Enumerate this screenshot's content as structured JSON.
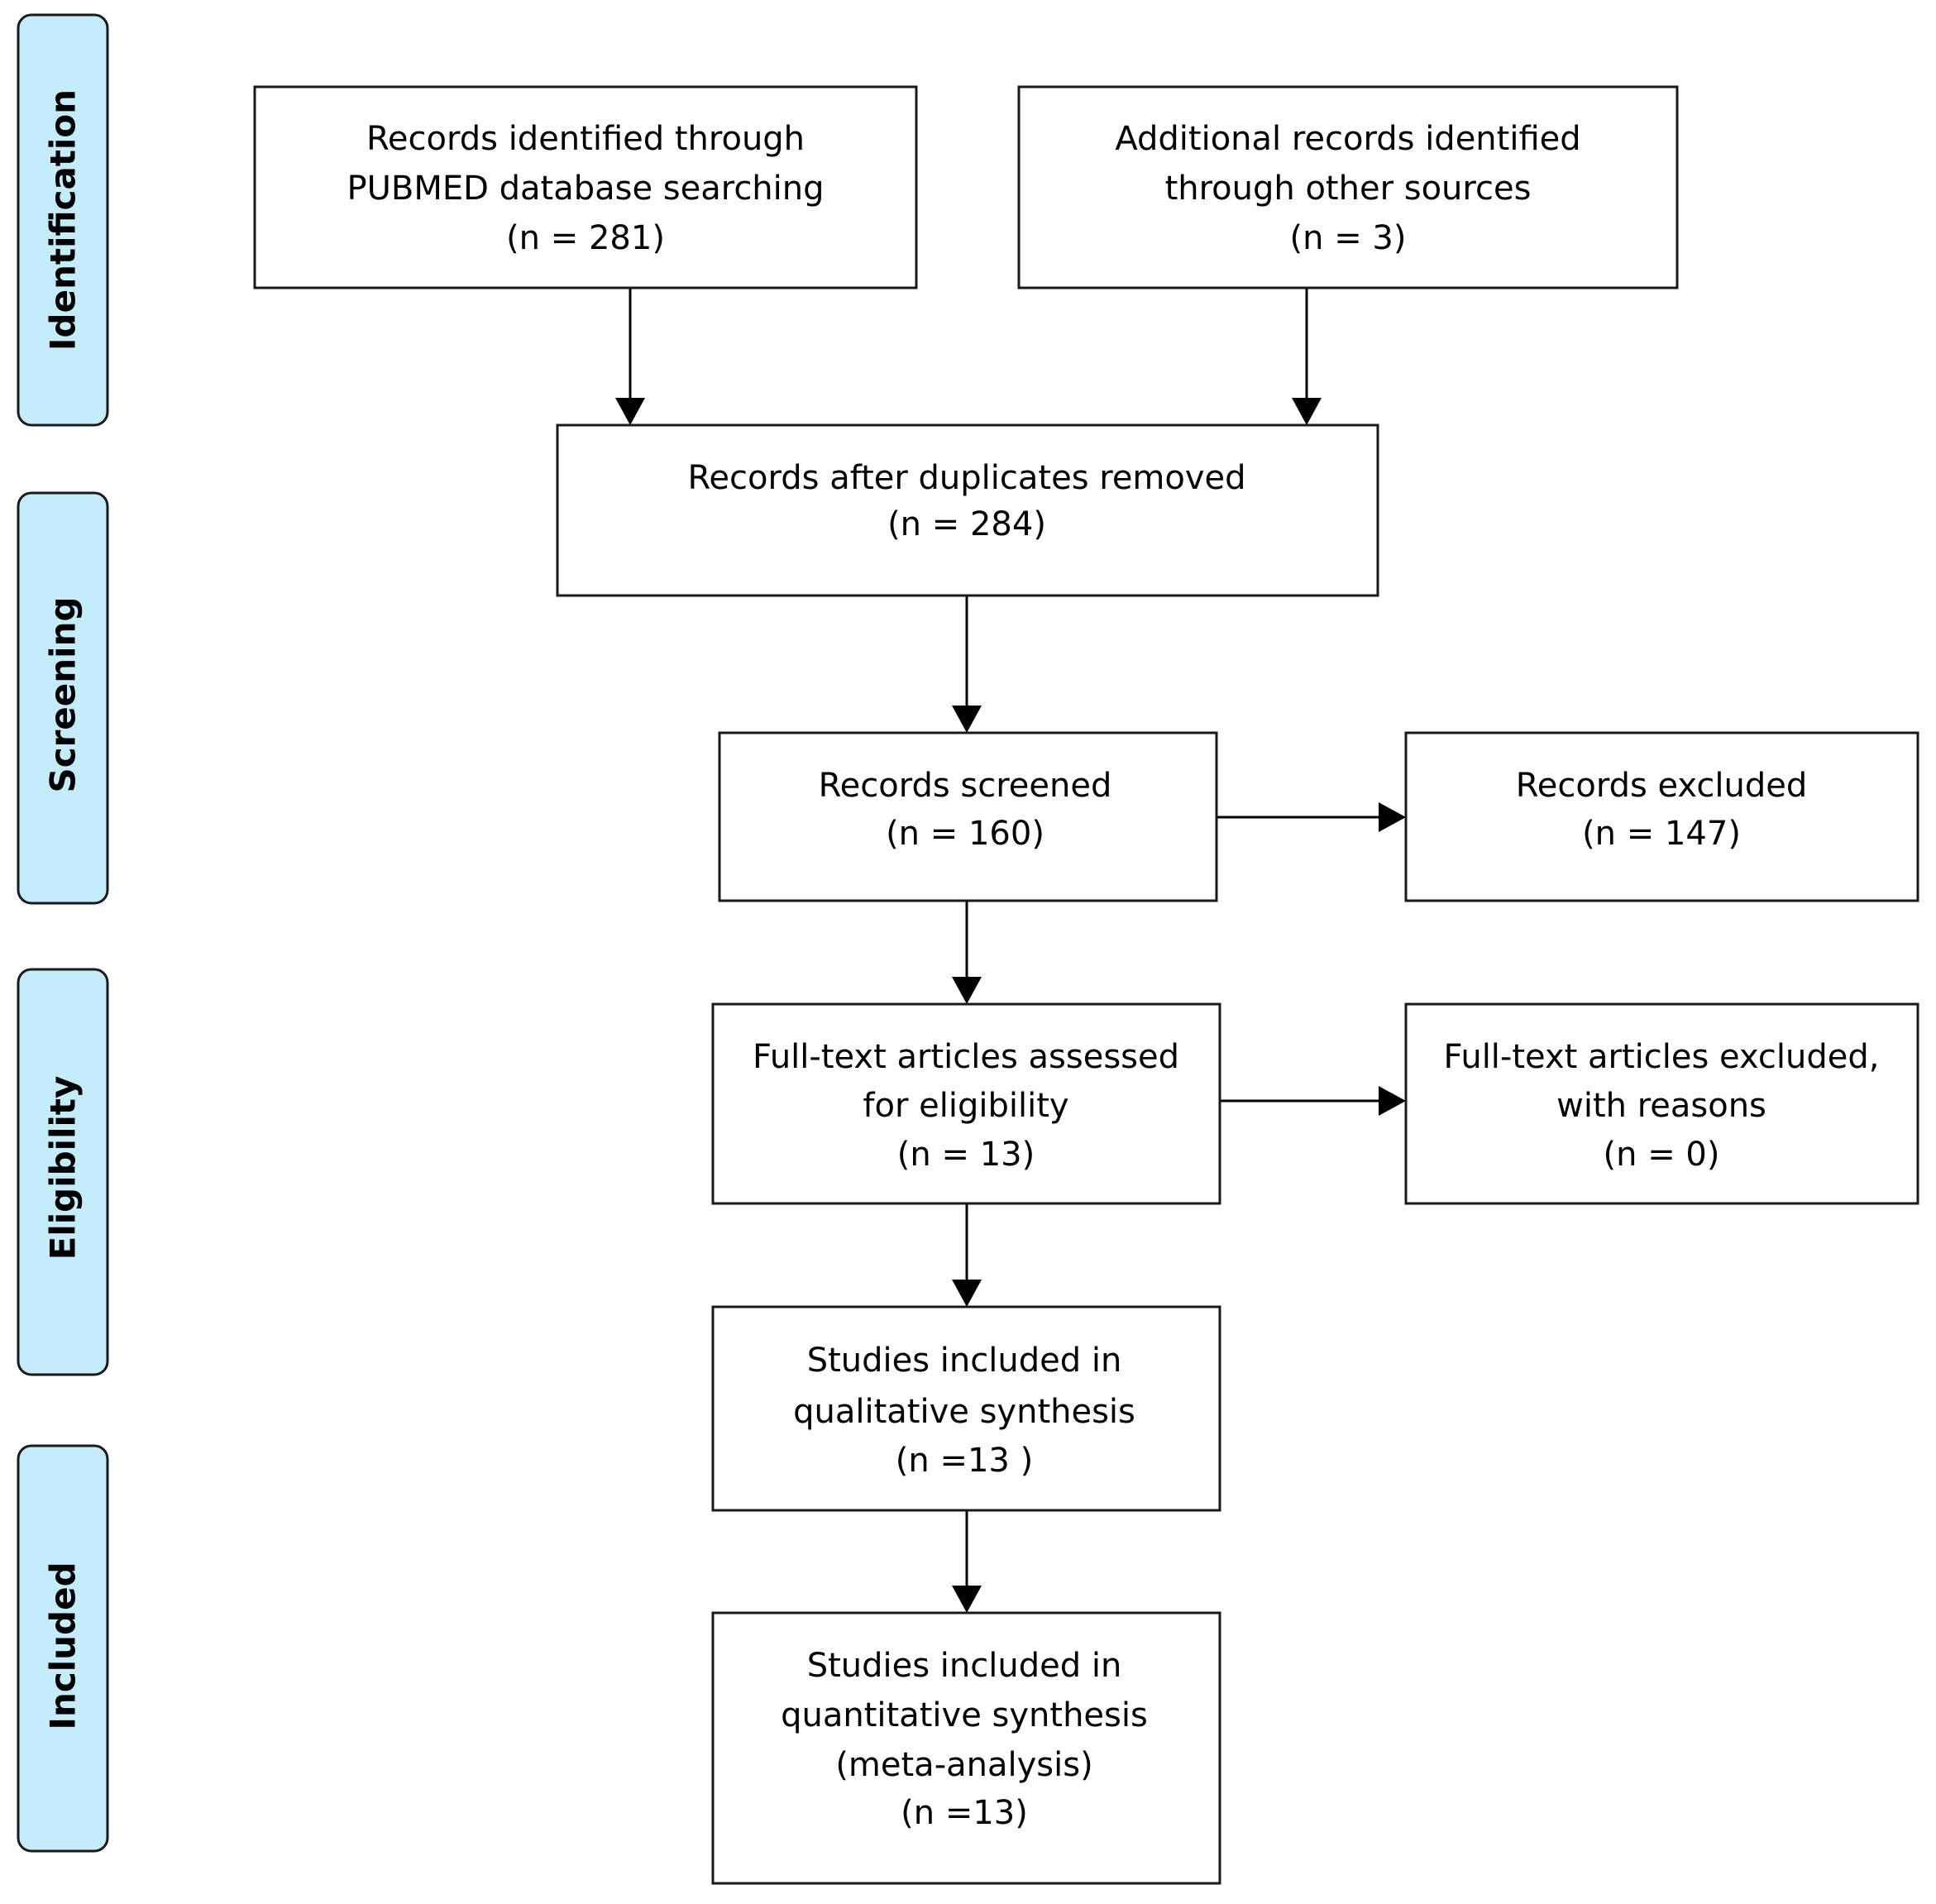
{
  "stages": {
    "identification": "Identification",
    "screening": "Screening",
    "eligibility": "Eligibility",
    "included": "Included"
  },
  "boxes": {
    "pubmed": [
      "Records identified through",
      "PUBMED database searching",
      "(n = 281)"
    ],
    "other_sources": [
      "Additional records identified",
      "through other sources",
      "(n = 3)"
    ],
    "duplicates_removed": [
      "Records after duplicates removed",
      "(n = 284)"
    ],
    "screened": [
      "Records screened",
      "(n = 160)"
    ],
    "excluded": [
      "Records excluded",
      "(n = 147)"
    ],
    "fulltext_assessed": [
      "Full-text articles assessed",
      "for eligibility",
      "(n = 13)"
    ],
    "fulltext_excluded": [
      "Full-text articles excluded,",
      "with reasons",
      "(n = 0)"
    ],
    "qualitative": [
      "Studies included in",
      "qualitative synthesis",
      "(n =13 )"
    ],
    "quantitative": [
      "Studies included in",
      "quantitative synthesis",
      "(meta-analysis)",
      "(n =13)"
    ]
  },
  "colors": {
    "stage_fill": "#c5ecfb",
    "border": "#1a1a1a",
    "arrow": "#000000"
  }
}
